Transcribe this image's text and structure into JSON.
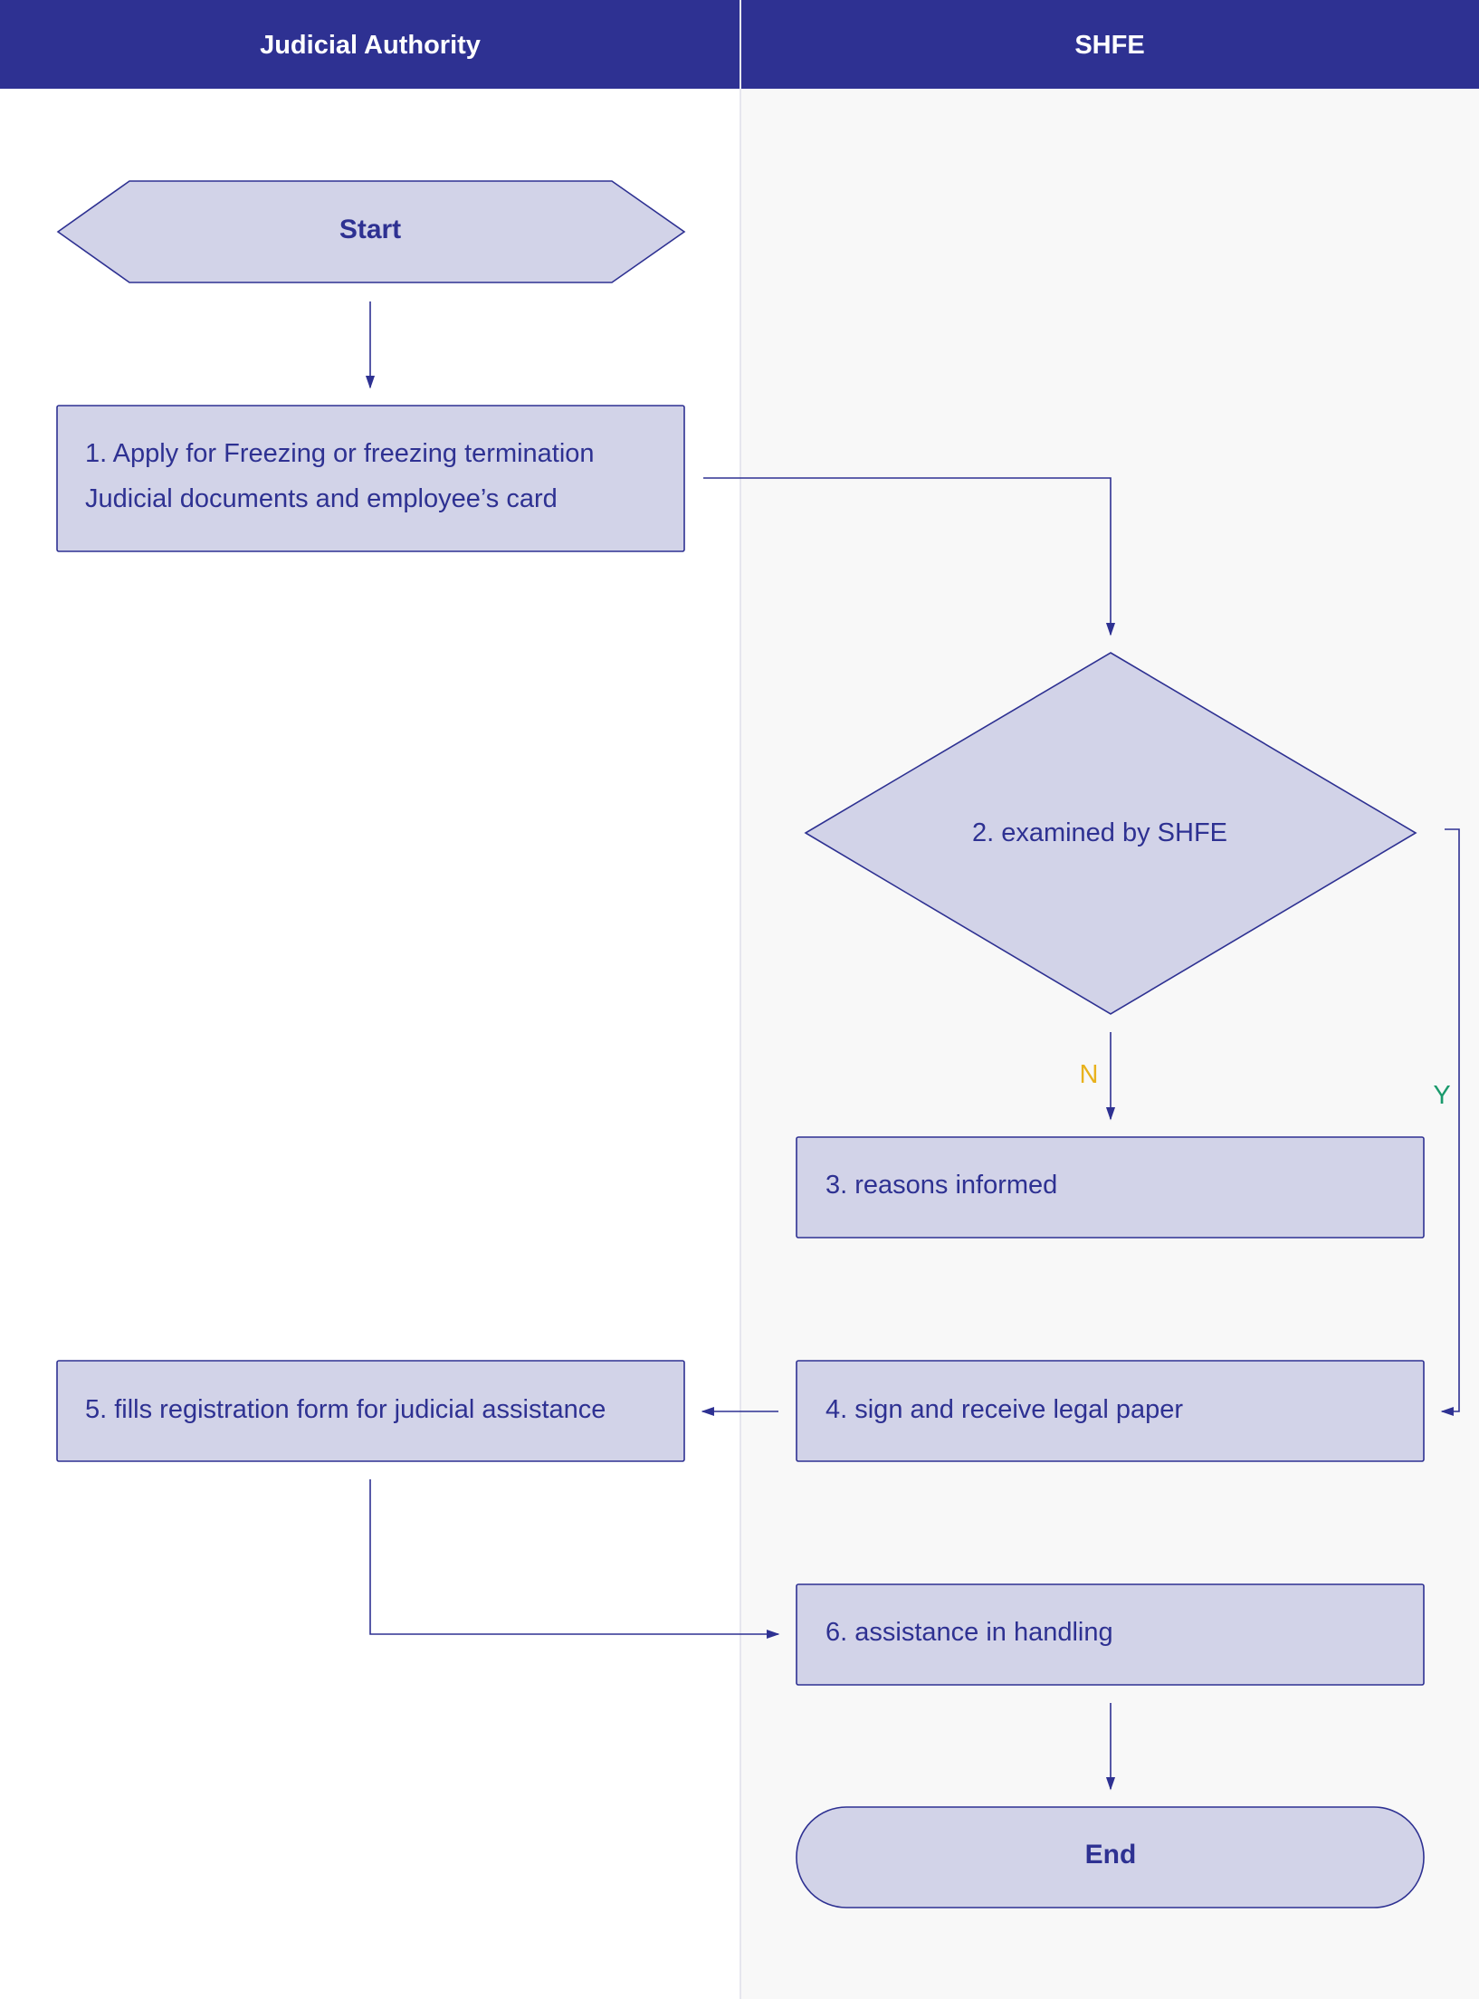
{
  "lanes": {
    "left_title": "Judicial Authority",
    "right_title": "SHFE"
  },
  "nodes": {
    "start": "Start",
    "step1_line1": "1. Apply for Freezing or freezing termination",
    "step1_line2": "Judicial documents and employee’s card",
    "step2": "2. examined by SHFE",
    "step3": "3. reasons informed",
    "step4": "4. sign and receive legal paper",
    "step5": "5. fills registration form for judicial assistance",
    "step6": "6. assistance in handling",
    "end": "End"
  },
  "branches": {
    "no": "N",
    "yes": "Y"
  },
  "colors": {
    "header": "#2e3192",
    "node_fill": "#d2d3e8",
    "stroke": "#2e3192",
    "right_lane_bg": "#f8f8f8",
    "no_label": "#e8b21d",
    "yes_label": "#1a9a6c"
  }
}
